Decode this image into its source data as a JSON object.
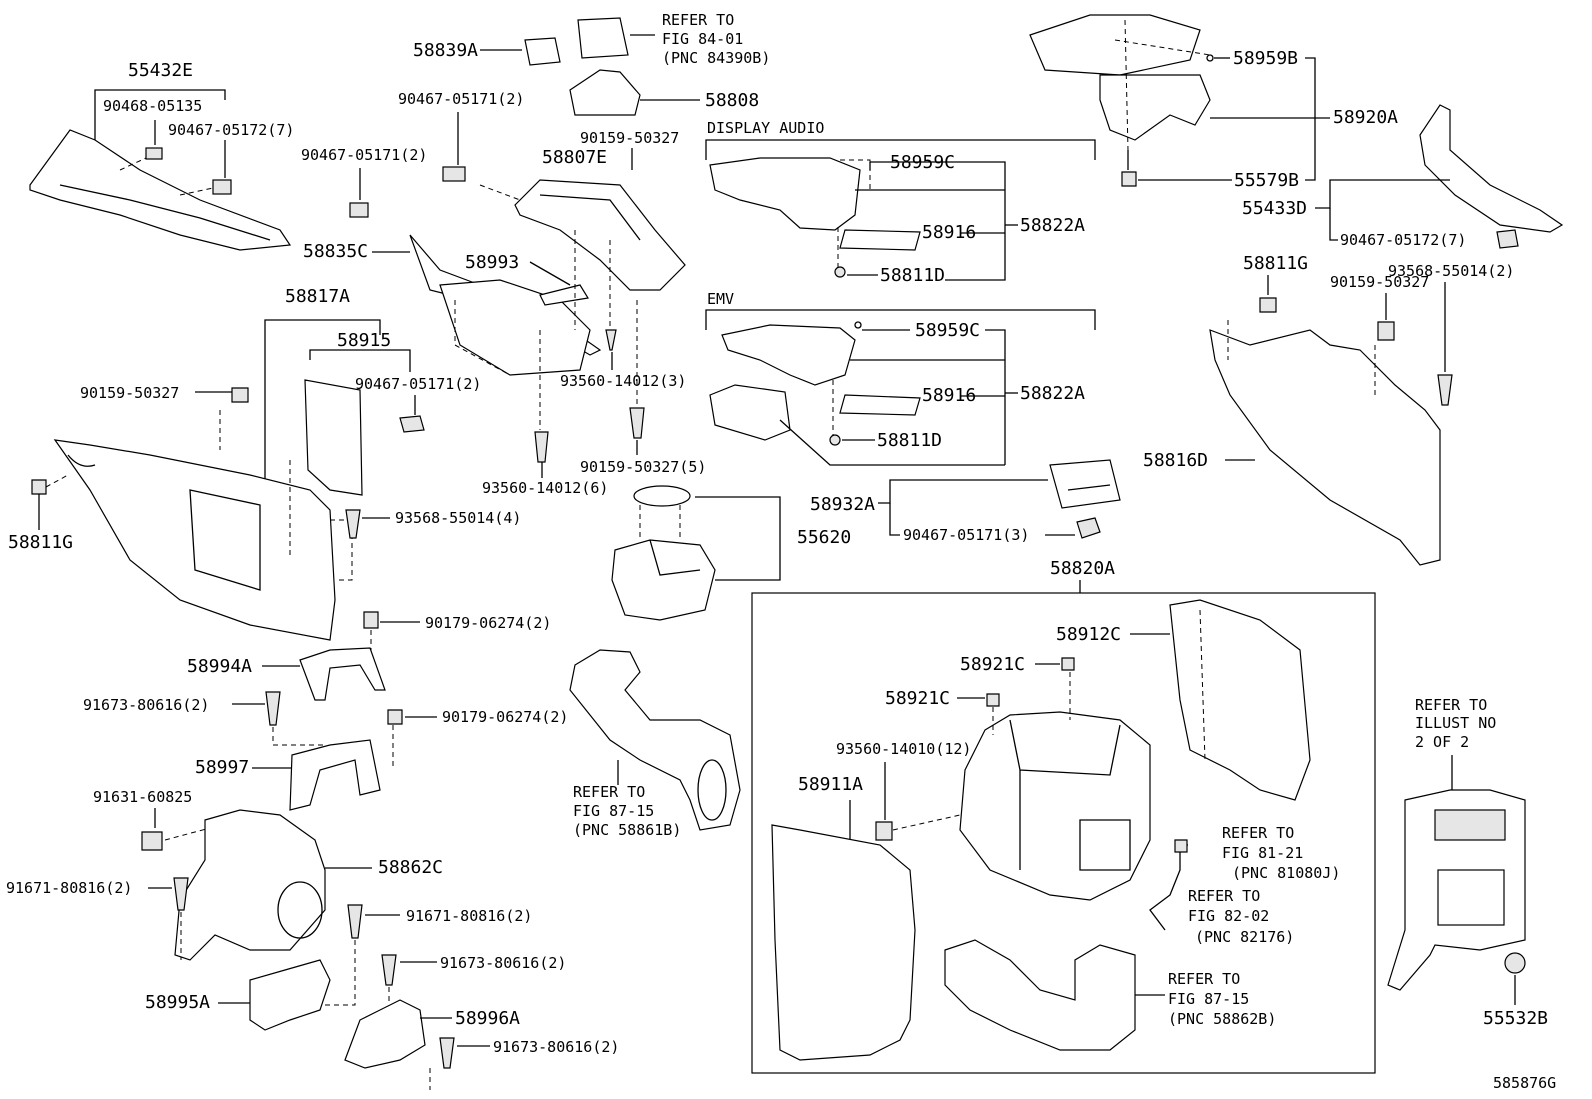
{
  "diagram": {
    "figure_code": "585876G",
    "callouts": {
      "c55432E": "55432E",
      "c90468_05135": "90468-05135",
      "c90467_05172_7a": "90467-05172(7)",
      "c90467_05171_2a": "90467-05171(2)",
      "c90467_05171_2b": "90467-05171(2)",
      "c58839A": "58839A",
      "c58808": "58808",
      "c90159_50327a": "90159-50327",
      "c58807E": "58807E",
      "c58835C": "58835C",
      "c58993": "58993",
      "c93560_14012_3": "93560-14012(3)",
      "c58817A": "58817A",
      "c58915": "58915",
      "c90467_05171_2c": "90467-05171(2)",
      "c90159_50327b": "90159-50327",
      "c58811G_a": "58811G",
      "c93568_55014_4": "93568-55014(4)",
      "c93560_14012_6": "93560-14012(6)",
      "c90159_50327_5": "90159-50327(5)",
      "c55620": "55620",
      "c90179_06274_2a": "90179-06274(2)",
      "c58994A": "58994A",
      "c91673_80616_2a": "91673-80616(2)",
      "c90179_06274_2b": "90179-06274(2)",
      "c58997": "58997",
      "c91631_60825": "91631-60825",
      "c58862C": "58862C",
      "c91671_80816_2a": "91671-80816(2)",
      "c91671_80816_2b": "91671-80816(2)",
      "c91673_80616_2b": "91673-80616(2)",
      "c58995A": "58995A",
      "c58996A": "58996A",
      "c91673_80616_2c": "91673-80616(2)",
      "c58959C_a": "58959C",
      "c58916_a": "58916",
      "c58822A_a": "58822A",
      "c58811D_a": "58811D",
      "c58959C_b": "58959C",
      "c58916_b": "58916",
      "c58822A_b": "58822A",
      "c58811D_b": "58811D",
      "c58932A": "58932A",
      "c90467_05171_3": "90467-05171(3)",
      "c58820A": "58820A",
      "c58912C": "58912C",
      "c58921C_a": "58921C",
      "c58921C_b": "58921C",
      "c93560_14010_12": "93560-14010(12)",
      "c58911A": "58911A",
      "c58959B": "58959B",
      "c58920A": "58920A",
      "c55579B": "55579B",
      "c55433D": "55433D",
      "c90467_05172_7b": "90467-05172(7)",
      "c58811G_b": "58811G",
      "c90159_50327c": "90159-50327",
      "c93568_55014_2": "93568-55014(2)",
      "c58816D": "58816D",
      "c55532B": "55532B"
    },
    "notes": {
      "display_audio": "DISPLAY AUDIO",
      "emv": "EMV",
      "ref_84_01": [
        "REFER TO",
        "FIG 84-01",
        "(PNC 84390B)"
      ],
      "ref_87_15a": [
        "REFER TO",
        "FIG 87-15",
        "(PNC 58861B)"
      ],
      "ref_81_21": [
        "REFER TO",
        "FIG 81-21",
        "(PNC 81080J)"
      ],
      "ref_82_02": [
        "REFER TO",
        "FIG 82-02",
        "(PNC 82176)"
      ],
      "ref_87_15b": [
        "REFER TO",
        "FIG 87-15",
        "(PNC 58862B)"
      ],
      "ref_illust": [
        "REFER TO",
        "ILLUST NO",
        "2 OF 2"
      ]
    }
  }
}
